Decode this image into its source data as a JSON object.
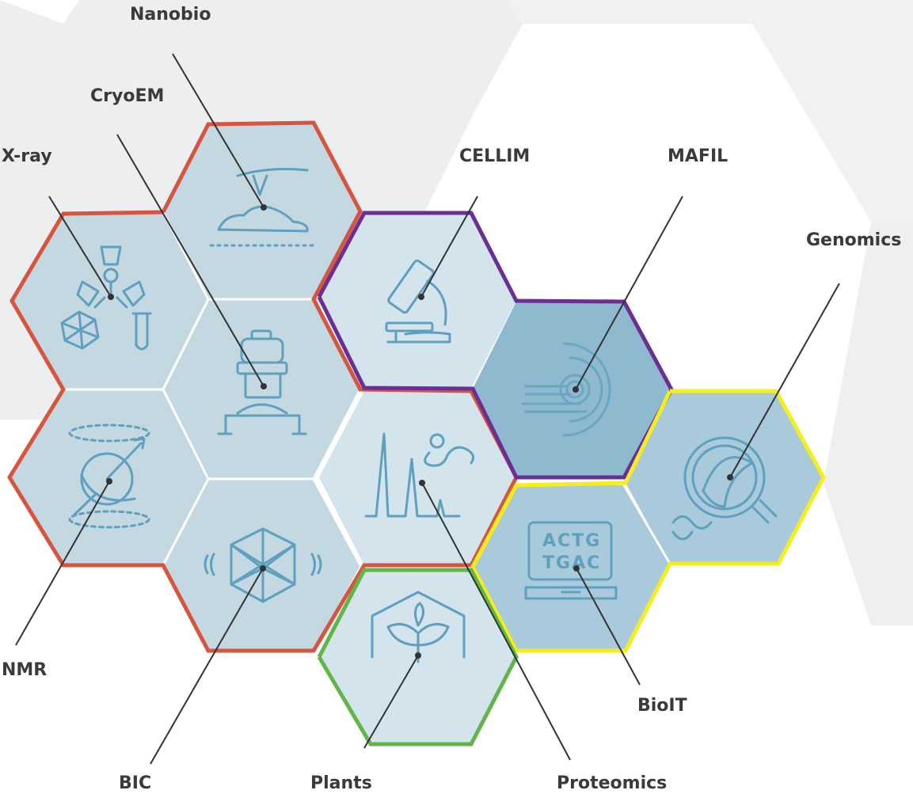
{
  "labels": {
    "nanobio": "Nanobio",
    "cryoem": "CryoEM",
    "xray": "X-ray",
    "cellim": "CELLIM",
    "mafil": "MAFIL",
    "genomics": "Genomics",
    "nmr": "NMR",
    "bic": "BIC",
    "plants": "Plants",
    "proteomics": "Proteomics",
    "bioit": "BioIT"
  },
  "icon_text": {
    "line1": "ACTG",
    "line2": "TGAC"
  },
  "colors": {
    "background_hex": "#eeeff0",
    "hex_light": "#c3d8e1",
    "hex_lighter": "#d4e4ec",
    "hex_dark": "#8fb9ce",
    "hex_mid": "#a9cadb",
    "group_red": "#d6553f",
    "group_purple": "#6b2f91",
    "group_yellow": "#f5ee1a",
    "group_green": "#62b54a",
    "icon_stroke": "#5ea0bd",
    "text": "#3a3a3a"
  },
  "icons": [
    "afm-probe-icon",
    "cryo-microscope-icon",
    "radiation-crystal-icon",
    "microscope-icon",
    "mri-icon",
    "dna-magnifier-icon",
    "nmr-spin-icon",
    "virus-capsid-icon",
    "plant-greenhouse-icon",
    "mass-spectrum-icon",
    "laptop-dna-icon"
  ]
}
